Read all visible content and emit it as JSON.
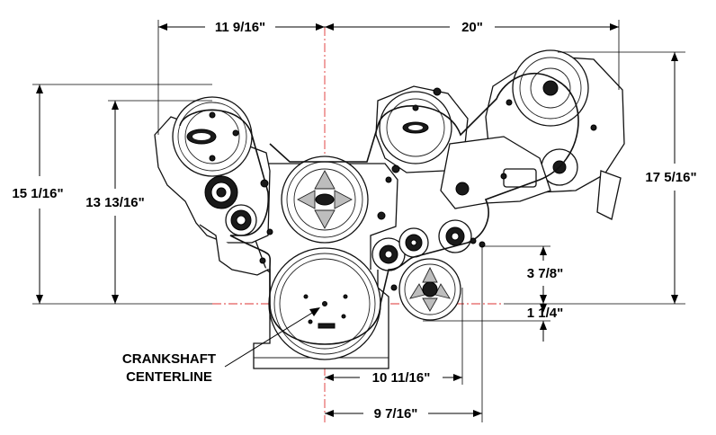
{
  "dimensions": {
    "top_left": "11 9/16\"",
    "top_right": "20\"",
    "left_outer": "15 1/16\"",
    "left_inner": "13 13/16\"",
    "right_outer": "17 5/16\"",
    "right_a": "3 7/8\"",
    "right_b": "1 1/4\"",
    "bottom_a": "10 11/16\"",
    "bottom_b": "9 7/16\""
  },
  "callout": {
    "line1": "CRANKSHAFT",
    "line2": "CENTERLINE"
  },
  "colors": {
    "line": "#000000",
    "centerline": "#d33333",
    "background": "#ffffff"
  }
}
